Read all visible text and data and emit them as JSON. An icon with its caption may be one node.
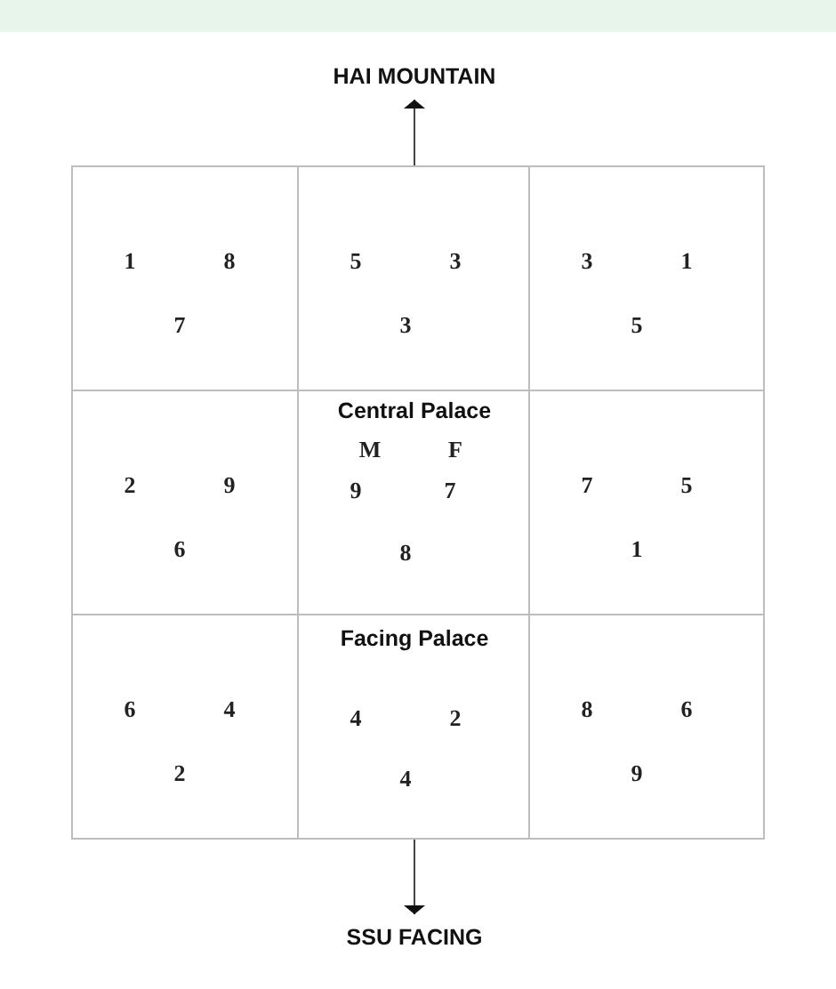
{
  "diagram": {
    "nodes": [
      {
        "text": [
          "HAI MOUNTAIN"
        ]
      },
      {
        "text": [
          "1",
          "8",
          "7"
        ]
      },
      {
        "text": [
          "5",
          "3",
          "3"
        ]
      },
      {
        "text": [
          "3",
          "1",
          "5"
        ]
      },
      {
        "text": [
          "2",
          "9",
          "6"
        ]
      },
      {
        "text": [
          "Central Palace",
          "M",
          "F",
          "9",
          "7",
          "8"
        ]
      },
      {
        "text": [
          "7",
          "5",
          "1"
        ]
      },
      {
        "text": [
          "6",
          "4",
          "2"
        ]
      },
      {
        "text": [
          "Facing Palace",
          "4",
          "2",
          "4"
        ]
      },
      {
        "text": [
          "8",
          "6",
          "9"
        ]
      },
      {
        "text": [
          "SSU FACING"
        ]
      }
    ],
    "edges": [
      {
        "from": 2,
        "to": 0,
        "arrow": "to"
      },
      {
        "from": 8,
        "to": 10,
        "arrow": "to"
      }
    ]
  }
}
